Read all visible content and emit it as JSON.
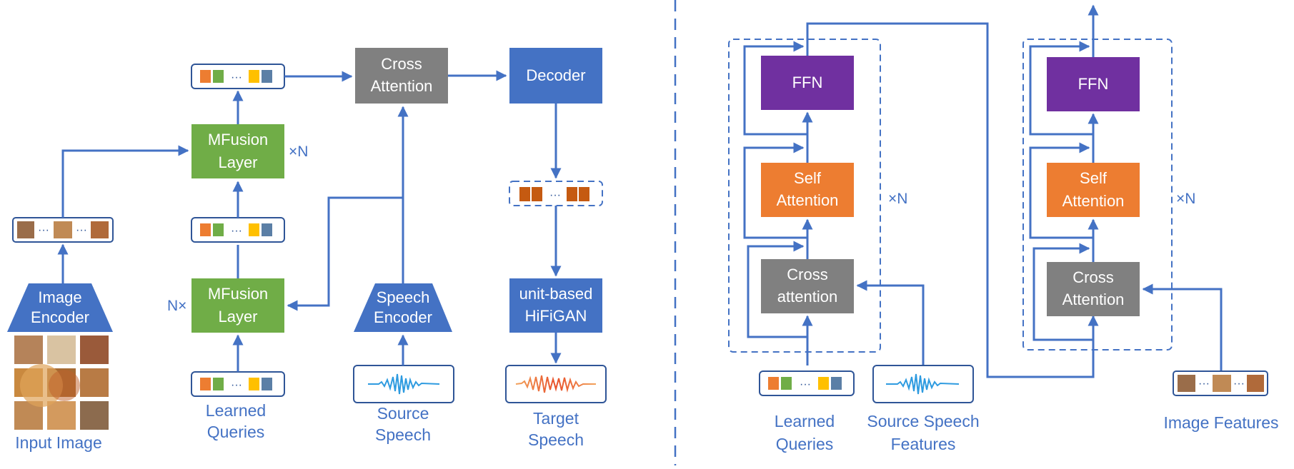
{
  "colors": {
    "blue": "#4472C4",
    "green": "#70AD47",
    "gray": "#808080",
    "orange": "#ED7D31",
    "purple": "#7030A0",
    "token_orange": "#ED7D31",
    "token_green": "#70AD47",
    "token_yellow": "#FFC000",
    "token_blue": "#5B7FA6"
  },
  "left_panel": {
    "input_image_label": "Input Image",
    "image_encoder": [
      "Image",
      "Encoder"
    ],
    "image_token_ellipsis": "···",
    "mfusion_bottom": [
      "MFusion",
      "Layer"
    ],
    "mfusion_top": [
      "MFusion",
      "Layer"
    ],
    "n_times_left": "N×",
    "times_n_right": "×N",
    "learned_queries_label": [
      "Learned",
      "Queries"
    ],
    "query_ellipsis": "···",
    "cross_attention": [
      "Cross",
      "Attention"
    ],
    "speech_encoder": [
      "Speech",
      "Encoder"
    ],
    "source_speech_label": [
      "Source",
      "Speech"
    ],
    "decoder": "Decoder",
    "unit_ellipsis": "···",
    "vocoder": [
      "unit-based",
      "HiFiGAN"
    ],
    "target_speech_label": [
      "Target",
      "Speech"
    ]
  },
  "right_panel": {
    "block1": {
      "ffn": "FFN",
      "self_attention": [
        "Self",
        "Attention"
      ],
      "cross_attention": [
        "Cross",
        "attention"
      ],
      "repeat": "×N"
    },
    "block2": {
      "ffn": "FFN",
      "self_attention": [
        "Self",
        "Attention"
      ],
      "cross_attention": [
        "Cross",
        "Attention"
      ],
      "repeat": "×N"
    },
    "learned_queries_label": [
      "Learned",
      "Queries"
    ],
    "source_speech_features_label": [
      "Source Speech",
      "Features"
    ],
    "image_features_label": "Image Features"
  }
}
